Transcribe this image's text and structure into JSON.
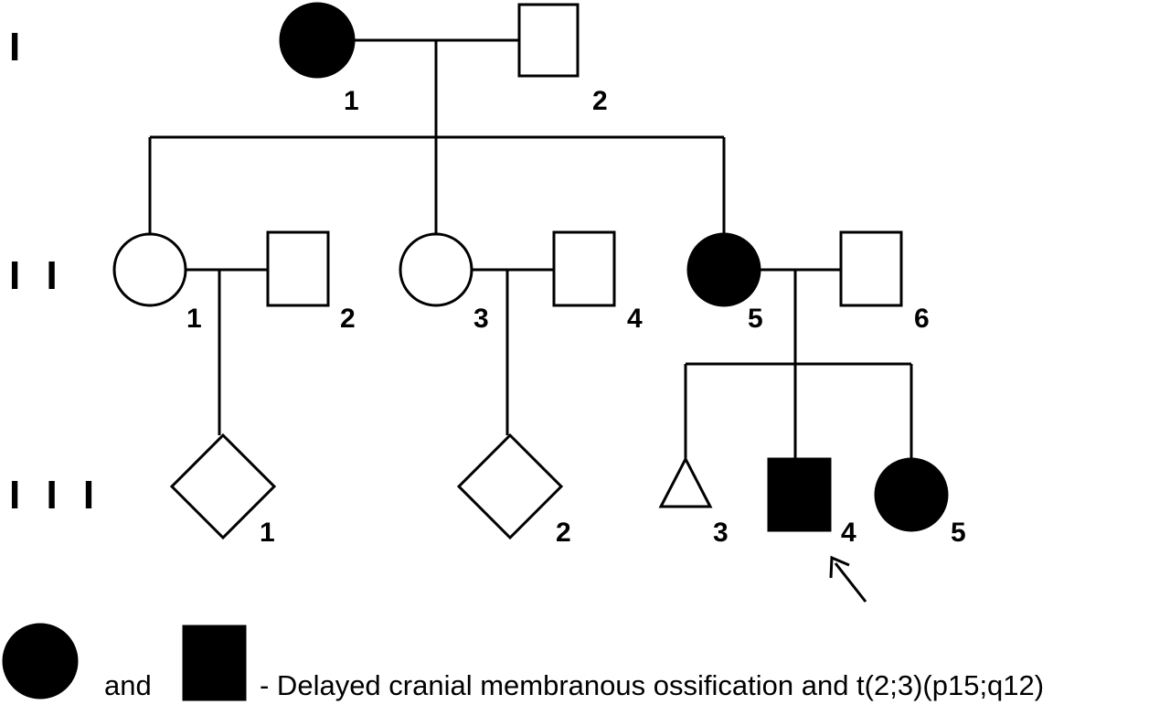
{
  "generations": {
    "I": "I",
    "II": "I I",
    "III": "I I I"
  },
  "individuals": {
    "I-1": {
      "label": "1",
      "sex": "female",
      "affected": true
    },
    "I-2": {
      "label": "2",
      "sex": "male",
      "affected": false
    },
    "II-1": {
      "label": "1",
      "sex": "female",
      "affected": false
    },
    "II-2": {
      "label": "2",
      "sex": "male",
      "affected": false
    },
    "II-3": {
      "label": "3",
      "sex": "female",
      "affected": false
    },
    "II-4": {
      "label": "4",
      "sex": "male",
      "affected": false
    },
    "II-5": {
      "label": "5",
      "sex": "female",
      "affected": true
    },
    "II-6": {
      "label": "6",
      "sex": "male",
      "affected": false
    },
    "III-1": {
      "label": "1",
      "sex": "unknown",
      "affected": false
    },
    "III-2": {
      "label": "2",
      "sex": "unknown",
      "affected": false
    },
    "III-3": {
      "label": "3",
      "sex": "pregnancy-loss",
      "affected": false
    },
    "III-4": {
      "label": "4",
      "sex": "male",
      "affected": true,
      "proband": true
    },
    "III-5": {
      "label": "5",
      "sex": "female",
      "affected": true
    }
  },
  "legend": {
    "and": "and",
    "description": "- Delayed cranial membranous ossification and t(2;3)(p15;q12)"
  }
}
